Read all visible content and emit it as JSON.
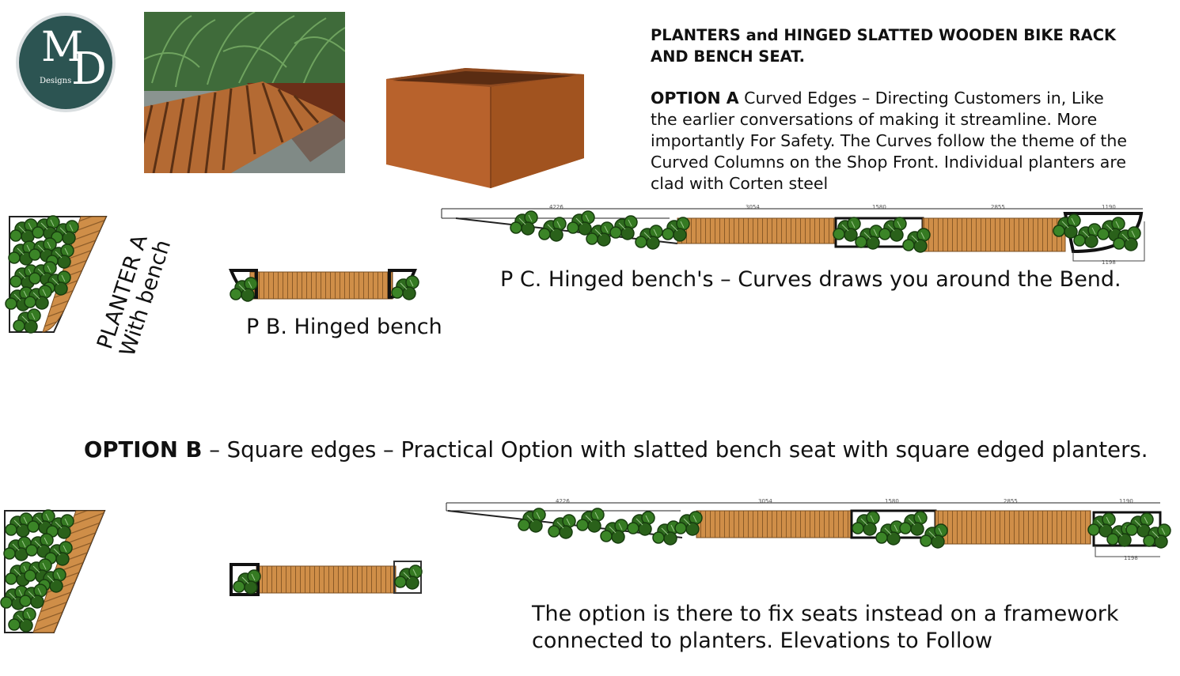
{
  "logo": {
    "letters_m": "M",
    "letters_d": "D",
    "subtitle": "Designs"
  },
  "heading": {
    "title": "PLANTERS and HINGED SLATTED WOODEN BIKE RACK AND BENCH SEAT."
  },
  "option_a": {
    "label": "OPTION  A",
    "text": " Curved Edges – Directing Customers in, Like the earlier conversations of making it streamline. More importantly For Safety.  The Curves follow the theme of the Curved Columns on the Shop Front.  Individual planters are clad with Corten steel"
  },
  "drawings": {
    "planter_a_line1": "PLANTER A",
    "planter_a_line2": "With bench",
    "pb_caption": "P B. Hinged bench",
    "pc_caption": "P C. Hinged bench's – Curves draws you around the Bend.",
    "dimensions": [
      "4226",
      "3054",
      "1580",
      "2855",
      "1190",
      "1198"
    ]
  },
  "option_b": {
    "label": "OPTION  B",
    "text": " – Square edges – Practical Option with slatted bench seat with square edged planters."
  },
  "footnote": "The option is there to fix seats instead on a framework connected to planters. Elevations to Follow",
  "colors": {
    "wood": "#c98a45",
    "plant": "#2e6b1e",
    "logo_bg": "#2c5452",
    "corten": "#b5602b"
  }
}
